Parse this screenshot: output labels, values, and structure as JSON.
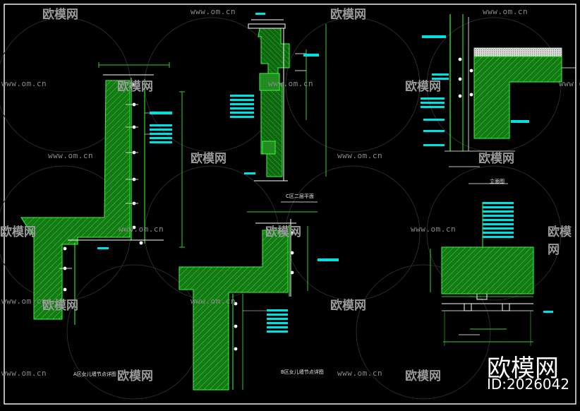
{
  "drawing": {
    "background": "#000000",
    "frame_color": "#ffffff",
    "line_color": "#33ff33",
    "fill_color": "#1a8f1a",
    "dim_color": "#33cc33",
    "note_color": "#00e0e0",
    "captions": {
      "detail_a": "A区女儿墙节点详图",
      "detail_b": "B区女儿墙节点详图",
      "plan_c": "C区二层平面",
      "elevation": "立面图"
    }
  },
  "watermarks": {
    "site": "www.om.cn",
    "brand": "欧模网"
  },
  "branding": {
    "name": "欧模网",
    "id": "ID:2026042"
  }
}
